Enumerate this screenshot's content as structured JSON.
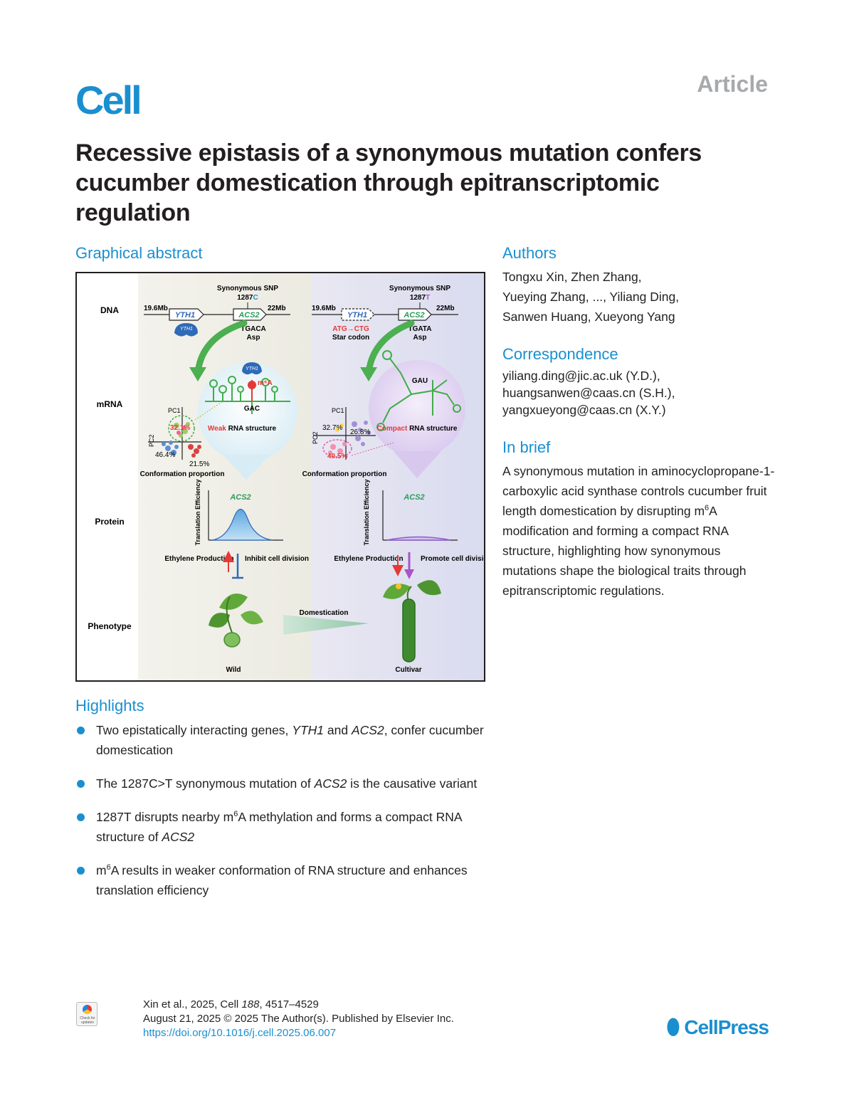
{
  "header": {
    "journal": "Cell",
    "article_type": "Article",
    "title": "Recessive epistasis of a synonymous mutation confers cucumber domestication through epitranscriptomic regulation"
  },
  "graphical_abstract": {
    "heading": "Graphical abstract",
    "rows": {
      "dna": "DNA",
      "mrna": "mRNA",
      "protein": "Protein",
      "phenotype": "Phenotype"
    },
    "left": {
      "snp_title": "Synonymous SNP",
      "snp_pos": "1287",
      "snp_base": "C",
      "pos_start": "19.6Mb",
      "pos_end": "22Mb",
      "gene1": "YTH1",
      "gene2": "ACS2",
      "protein_label": "YTH1",
      "codon": "TGACA",
      "aa": "Asp",
      "m6a": "m⁶A",
      "seq": "GAC",
      "structure_word": "Weak",
      "structure_rest": " RNA structure",
      "pc1": "PC1",
      "pc2": "PC2",
      "pct_a": "32.1%",
      "pct_b": "46.4%",
      "pct_c": "21.5%",
      "conf_label": "Conformation proportion",
      "acs_label": "ACS2",
      "te_label": "Translation Efficiency",
      "eth": "Ethylene Production",
      "effect": "Inhibit cell division",
      "plant": "Wild"
    },
    "right": {
      "snp_title": "Synonymous SNP",
      "snp_pos": "1287",
      "snp_base": "T",
      "pos_start": "19.6Mb",
      "pos_end": "22Mb",
      "gene1": "YTH1",
      "gene2": "ACS2",
      "start_codon": "ATG→CTG",
      "start_label": "Star codon",
      "codon": "TGATA",
      "aa": "Asp",
      "seq": "GAU",
      "structure_word": "Compact",
      "structure_rest": " RNA structure",
      "pc1": "PC1",
      "pc2": "PC2",
      "pct_a": "32.7%",
      "pct_b": "26.8%",
      "pct_c": "40.5%",
      "conf_label": "Conformation proportion",
      "acs_label": "ACS2",
      "te_label": "Translation Efficiency",
      "eth": "Ethylene Production",
      "effect": "Promote cell division",
      "plant": "Cultivar"
    },
    "arrow_label": "Domestication",
    "colors": {
      "blue": "#1a8fd0",
      "green": "#3fae49",
      "red": "#e53935",
      "purple": "#a855c8"
    }
  },
  "authors": {
    "heading": "Authors",
    "lines": [
      "Tongxu Xin, Zhen Zhang,",
      "Yueying Zhang, ..., Yiliang Ding,",
      "Sanwen Huang, Xueyong Yang"
    ]
  },
  "correspondence": {
    "heading": "Correspondence",
    "lines": [
      "yiliang.ding@jic.ac.uk (Y.D.),",
      "huangsanwen@caas.cn (S.H.),",
      "yangxueyong@caas.cn (X.Y.)"
    ]
  },
  "in_brief": {
    "heading": "In brief",
    "p1": "A synonymous mutation in aminocyclopropane-1-carboxylic acid synthase controls cucumber fruit length domestication by disrupting m",
    "sup": "6",
    "p2": "A modification and forming a compact RNA structure, highlighting how synonymous mutations shape the biological traits through epitranscriptomic regulations."
  },
  "highlights": {
    "heading": "Highlights",
    "h1": {
      "a": "Two epistatically interacting genes, ",
      "g1": "YTH1",
      "b": " and ",
      "g2": "ACS2",
      "c": ", confer cucumber domestication"
    },
    "h2": {
      "a": "The 1287C>T synonymous mutation of ",
      "g": "ACS2",
      "b": " is the causative variant"
    },
    "h3": {
      "a": "1287T disrupts nearby m",
      "sup": "6",
      "b": "A methylation and forms a compact RNA structure of ",
      "g": "ACS2"
    },
    "h4": {
      "a": "m",
      "sup": "6",
      "b": "A results in weaker conformation of RNA structure and enhances translation efficiency"
    }
  },
  "footer": {
    "citation_a": "Xin et al., 2025, Cell ",
    "volume": "188",
    "citation_b": ", 4517–4529",
    "date_line": "August 21, 2025 © 2025 The Author(s). Published by Elsevier Inc.",
    "doi": "https://doi.org/10.1016/j.cell.2025.06.007",
    "badge": "Check for updates",
    "publisher": "CellPress"
  }
}
